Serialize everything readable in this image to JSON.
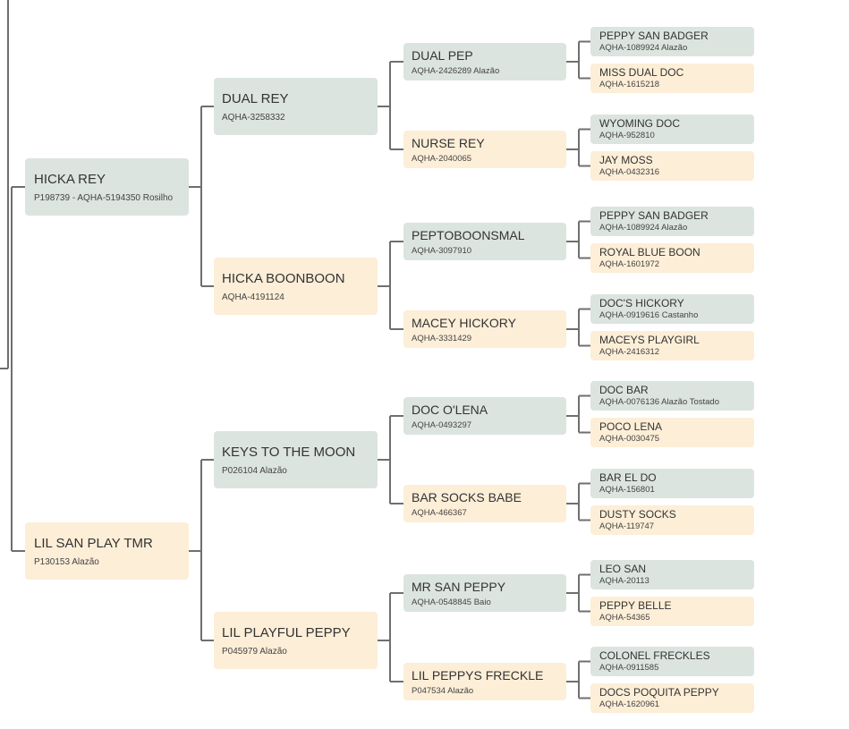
{
  "pedigree": {
    "sire": {
      "name": "HICKA REY",
      "reg": "P198739 - AQHA-5194350 Rosilho",
      "sire": {
        "name": "DUAL REY",
        "reg": "AQHA-3258332",
        "sire": {
          "name": "DUAL PEP",
          "reg": "AQHA-2426289 Alazão",
          "sire": {
            "name": "PEPPY SAN BADGER",
            "reg": "AQHA-1089924 Alazão"
          },
          "dam": {
            "name": "MISS DUAL DOC",
            "reg": "AQHA-1615218"
          }
        },
        "dam": {
          "name": "NURSE REY",
          "reg": "AQHA-2040065",
          "sire": {
            "name": "WYOMING DOC",
            "reg": "AQHA-952810"
          },
          "dam": {
            "name": "JAY MOSS",
            "reg": "AQHA-0432316"
          }
        }
      },
      "dam": {
        "name": "HICKA BOONBOON",
        "reg": "AQHA-4191124",
        "sire": {
          "name": "PEPTOBOONSMAL",
          "reg": "AQHA-3097910",
          "sire": {
            "name": "PEPPY SAN BADGER",
            "reg": "AQHA-1089924 Alazão"
          },
          "dam": {
            "name": "ROYAL BLUE BOON",
            "reg": "AQHA-1601972"
          }
        },
        "dam": {
          "name": "MACEY HICKORY",
          "reg": "AQHA-3331429",
          "sire": {
            "name": "DOC'S HICKORY",
            "reg": "AQHA-0919616 Castanho"
          },
          "dam": {
            "name": "MACEYS PLAYGIRL",
            "reg": "AQHA-2416312"
          }
        }
      }
    },
    "dam": {
      "name": "LIL SAN PLAY TMR",
      "reg": "P130153 Alazão",
      "sire": {
        "name": "KEYS TO THE MOON",
        "reg": "P026104 Alazão",
        "sire": {
          "name": "DOC O'LENA",
          "reg": "AQHA-0493297",
          "sire": {
            "name": "DOC BAR",
            "reg": "AQHA-0076136 Alazão Tostado"
          },
          "dam": {
            "name": "POCO LENA",
            "reg": "AQHA-0030475"
          }
        },
        "dam": {
          "name": "BAR SOCKS BABE",
          "reg": "AQHA-466367",
          "sire": {
            "name": "BAR EL DO",
            "reg": "AQHA-156801"
          },
          "dam": {
            "name": "DUSTY SOCKS",
            "reg": "AQHA-119747"
          }
        }
      },
      "dam": {
        "name": "LIL PLAYFUL PEPPY",
        "reg": "P045979 Alazão",
        "sire": {
          "name": "MR SAN PEPPY",
          "reg": "AQHA-0548845 Baio",
          "sire": {
            "name": "LEO SAN",
            "reg": "AQHA-20113"
          },
          "dam": {
            "name": "PEPPY BELLE",
            "reg": "AQHA-54365"
          }
        },
        "dam": {
          "name": "LIL PEPPYS FRECKLE",
          "reg": "P047534 Alazão",
          "sire": {
            "name": "COLONEL FRECKLES",
            "reg": "AQHA-0911585"
          },
          "dam": {
            "name": "DOCS POQUITA PEPPY",
            "reg": "AQHA-1620961"
          }
        }
      }
    }
  },
  "colors": {
    "male_box": "#dce4df",
    "female_box": "#fdeed7",
    "connector": "#6f6f6f"
  }
}
